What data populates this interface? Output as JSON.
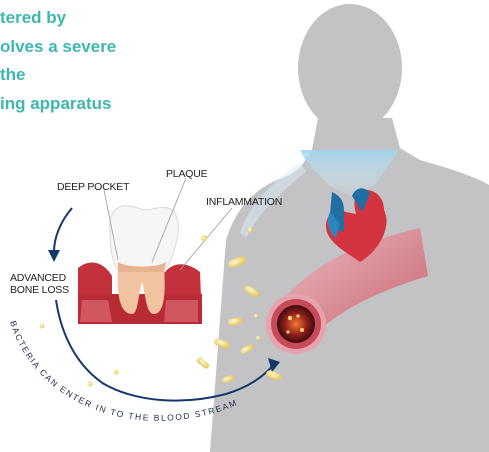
{
  "headline": {
    "lines": [
      "tered by",
      "olves a severe",
      "the",
      "ing apparatus"
    ]
  },
  "labels": {
    "deep_pocket": "DEEP POCKET",
    "plaque": "PLAQUE",
    "inflammation": "INFLAMMATION",
    "advanced_line1": "ADVANCED",
    "advanced_line2": "BONE LOSS",
    "bacteria_path": "BACTERIA CAN ENTER IN TO THE BLOOD STREAM"
  },
  "colors": {
    "headline": "#3fb7b0",
    "silhouette": "#c4c4c6",
    "gum": "#c3323c",
    "artery": "#d77a86",
    "heart_blue": "#1f6fa5",
    "heart_red": "#d4343f"
  },
  "icons": [
    "tooth-icon",
    "heart-icon",
    "artery-cross-section-icon",
    "body-silhouette"
  ]
}
